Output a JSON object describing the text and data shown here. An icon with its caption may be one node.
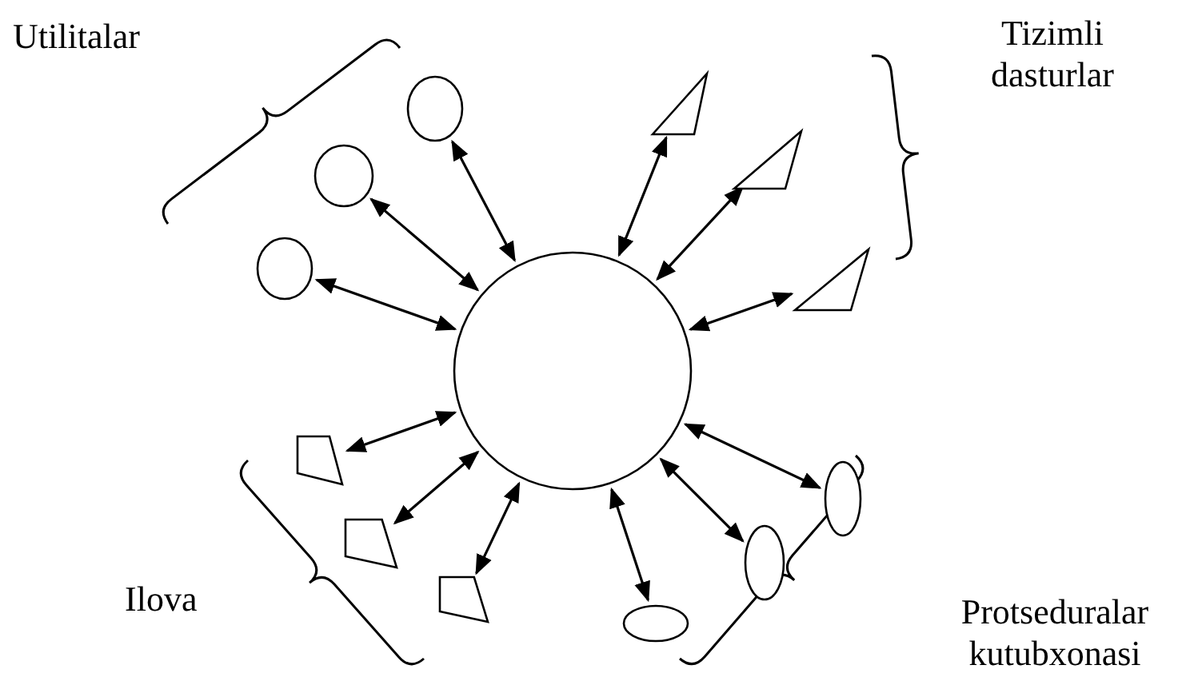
{
  "diagram": {
    "nodes": [
      {
        "text": [],
        "shape": "circle"
      },
      {
        "text": [],
        "shape": "circle"
      },
      {
        "text": [],
        "shape": "circle"
      },
      {
        "text": [],
        "shape": "circle"
      },
      {
        "text": [],
        "shape": "triangle"
      },
      {
        "text": [],
        "shape": "triangle"
      },
      {
        "text": [],
        "shape": "triangle"
      },
      {
        "text": [],
        "shape": "trapezoid"
      },
      {
        "text": [],
        "shape": "trapezoid"
      },
      {
        "text": [],
        "shape": "trapezoid"
      },
      {
        "text": [],
        "shape": "ellipse"
      },
      {
        "text": [],
        "shape": "ellipse"
      },
      {
        "text": [],
        "shape": "ellipse"
      }
    ],
    "edges": [
      {
        "from": 1,
        "to": 0,
        "arrow": "both"
      },
      {
        "from": 2,
        "to": 0,
        "arrow": "both"
      },
      {
        "from": 3,
        "to": 0,
        "arrow": "both"
      },
      {
        "from": 4,
        "to": 0,
        "arrow": "both"
      },
      {
        "from": 5,
        "to": 0,
        "arrow": "both"
      },
      {
        "from": 6,
        "to": 0,
        "arrow": "both"
      },
      {
        "from": 7,
        "to": 0,
        "arrow": "both"
      },
      {
        "from": 8,
        "to": 0,
        "arrow": "both"
      },
      {
        "from": 9,
        "to": 0,
        "arrow": "both"
      },
      {
        "from": 10,
        "to": 0,
        "arrow": "both"
      },
      {
        "from": 11,
        "to": 0,
        "arrow": "both"
      },
      {
        "from": 12,
        "to": 0,
        "arrow": "both"
      }
    ],
    "labels": [
      "Utilitalar",
      "Tizimli dasturlar",
      "Ilova",
      "Protseduralar kutubxonasi"
    ]
  }
}
